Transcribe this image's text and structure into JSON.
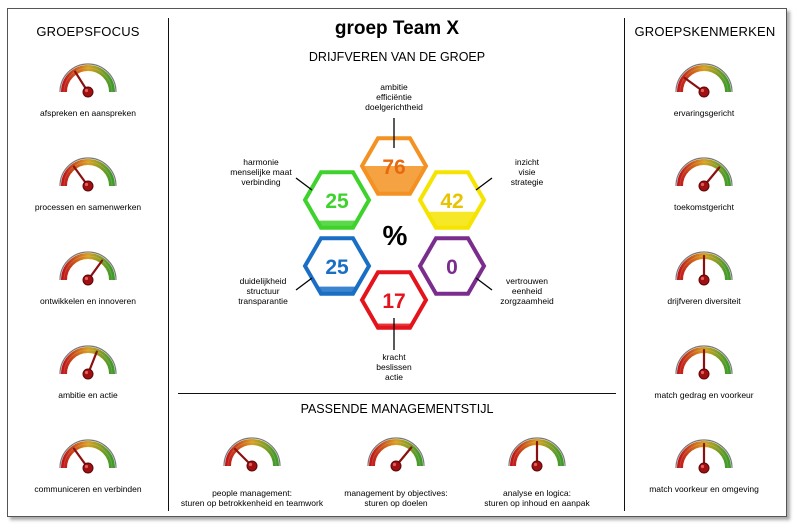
{
  "header": {
    "title": "groep Team X",
    "subtitle": "DRIJFVEREN VAN DE GROEP",
    "center_symbol": "%"
  },
  "left_column": {
    "title": "GROEPSFOCUS",
    "gauges": [
      {
        "label": "afspreken en aanspreken",
        "level": 0.32
      },
      {
        "label": "processen en samenwerken",
        "level": 0.3
      },
      {
        "label": "ontwikkelen en innoveren",
        "level": 0.7
      },
      {
        "label": "ambitie en actie",
        "level": 0.62
      },
      {
        "label": "communiceren en verbinden",
        "level": 0.3
      }
    ]
  },
  "right_column": {
    "title": "GROEPSKENMERKEN",
    "gauges": [
      {
        "label": "ervaringsgericht",
        "level": 0.2
      },
      {
        "label": "toekomstgericht",
        "level": 0.72
      },
      {
        "label": "drijfveren diversiteit",
        "level": 0.5
      },
      {
        "label": "match gedrag en voorkeur",
        "level": 0.5
      },
      {
        "label": "match voorkeur en omgeving",
        "level": 0.5
      }
    ]
  },
  "hexagons": [
    {
      "value": "76",
      "label": "ambitie\nefficiëntie\ndoelgerichtheid",
      "color": "#f39222",
      "fill": 0.5
    },
    {
      "value": "42",
      "label": "inzicht\nvisie\nstrategie",
      "color": "#f5e400",
      "fill": 0.3
    },
    {
      "value": "0",
      "label": "vertrouwen\neenheid\nzorgzaamheid",
      "color": "#7b2d8e",
      "fill": 0.0
    },
    {
      "value": "17",
      "label": "kracht\nbeslissen\nactie",
      "color": "#e3141b",
      "fill": 0.1
    },
    {
      "value": "25",
      "label": "duidelijkheid\nstructuur\ntransparantie",
      "color": "#1a6fc4",
      "fill": 0.15
    },
    {
      "value": "25",
      "label": "harmonie\nmenselijke maat\nverbinding",
      "color": "#3ed22c",
      "fill": 0.15
    }
  ],
  "management": {
    "title": "PASSENDE MANAGEMENTSTIJL",
    "items": [
      {
        "line1": "people management:",
        "line2": "sturen op betrokkenheid en teamwork",
        "level": 0.25
      },
      {
        "line1": "management by objectives:",
        "line2": "sturen op doelen",
        "level": 0.72
      },
      {
        "line1": "analyse en logica:",
        "line2": "sturen op inhoud en aanpak",
        "level": 0.5
      }
    ]
  }
}
